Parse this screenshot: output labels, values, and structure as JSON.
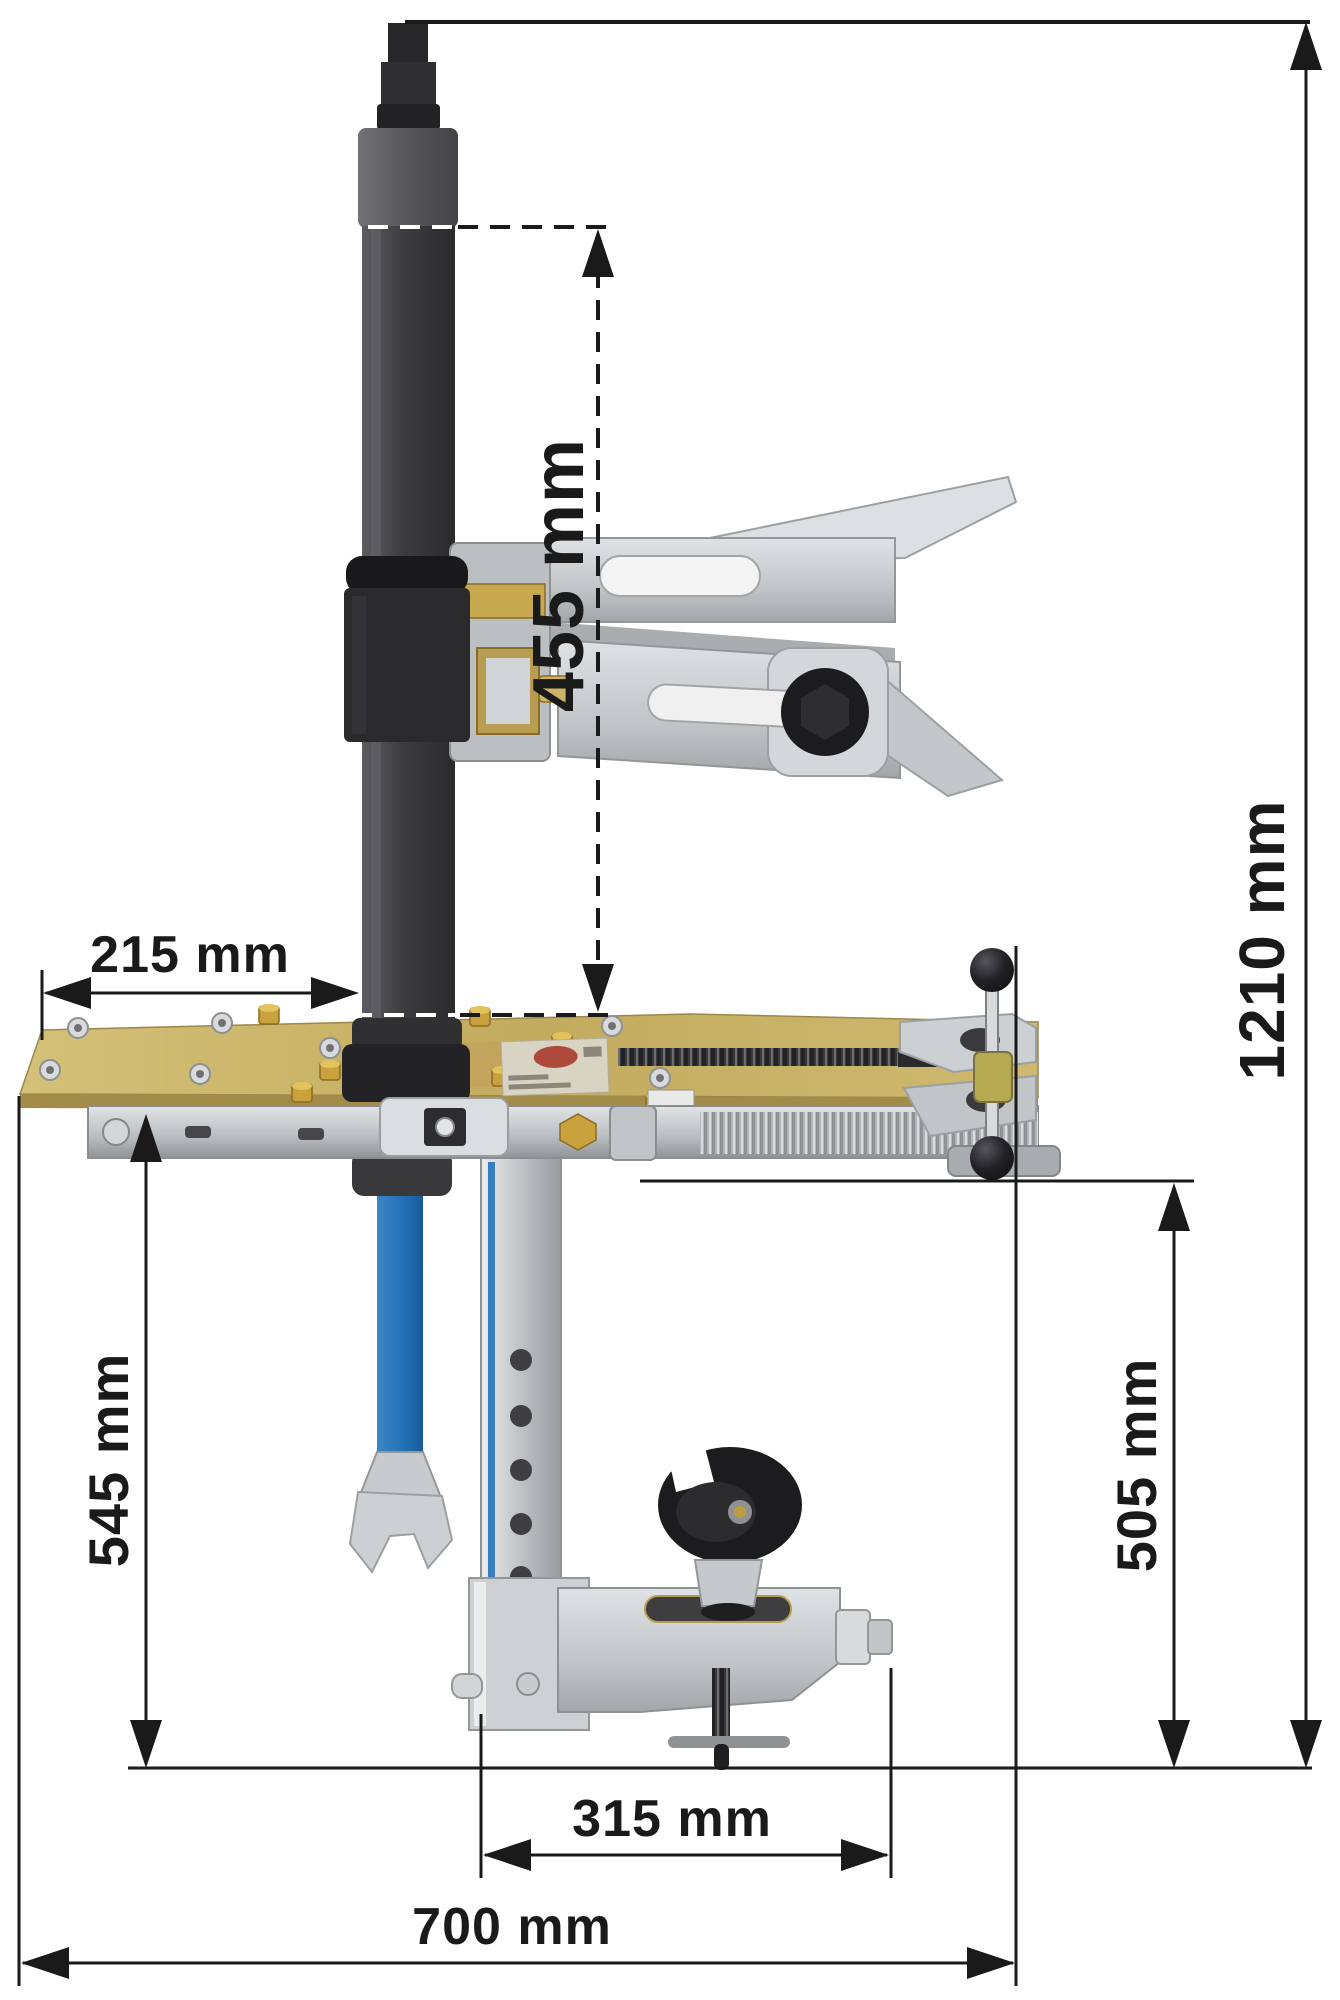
{
  "figure": {
    "kind": "technical-dimension-drawing",
    "subject": "workshop spring-compressor / clamping tool side view photograph with dimension callouts",
    "unit": "mm",
    "background": "#ffffff",
    "line_color": "#1a1a1a"
  },
  "dims": {
    "d455": {
      "label": "455 mm",
      "value": 455,
      "orientation": "vertical",
      "style": "dashed"
    },
    "d1210": {
      "label": "1210 mm",
      "value": 1210,
      "orientation": "vertical",
      "style": "solid"
    },
    "d215": {
      "label": "215 mm",
      "value": 215,
      "orientation": "horizontal",
      "style": "solid"
    },
    "d545": {
      "label": "545 mm",
      "value": 545,
      "orientation": "vertical",
      "style": "solid"
    },
    "d505": {
      "label": "505 mm",
      "value": 505,
      "orientation": "vertical",
      "style": "solid"
    },
    "d315": {
      "label": "315 mm",
      "value": 315,
      "orientation": "horizontal",
      "style": "solid"
    },
    "d700": {
      "label": "700 mm",
      "value": 700,
      "orientation": "horizontal",
      "style": "solid"
    }
  },
  "colors": {
    "column": "#3f3f42",
    "column_collar": "#232325",
    "metal_silver": "#c8cbce",
    "brass_gold": "#c9a94f",
    "plate_gold": "#cdb76f",
    "handle_blue": "#2272b8",
    "knob_black": "#1d1d1f",
    "sticker_red": "#ad4a3c"
  }
}
